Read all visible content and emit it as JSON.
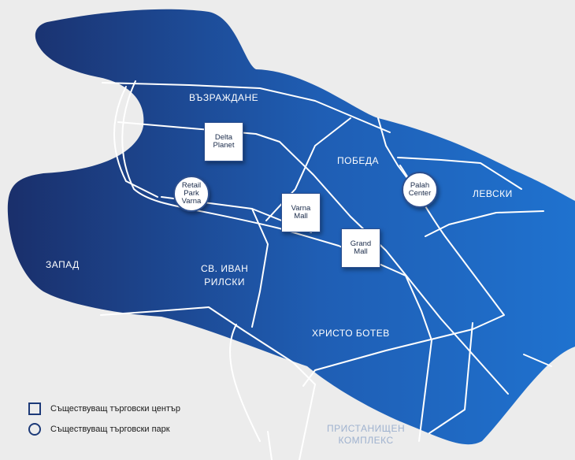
{
  "districts": {
    "vazrazhdane": "ВЪЗРАЖДАНЕ",
    "pobeda": "ПОБЕДА",
    "levski": "ЛЕВСКИ",
    "zapad": "ЗАПАД",
    "sv_ivan_rilski": "СВ. ИВАН\nРИЛСКИ",
    "hristo_botev": "ХРИСТО БОТЕВ",
    "pristanishten": "ПРИСТАНИЩЕН\nКОМПЛЕКС"
  },
  "markers": {
    "delta_planet": "Delta\nPlanet",
    "retail_park_varna": "Retail\nPark\nVarna",
    "varna_mall": "Varna\nMall",
    "grand_mall": "Grand\nMall",
    "palah_center": "Palah\nCenter"
  },
  "legend": {
    "center": "Съществуващ търговски център",
    "park": "Съществуващ търговски парк"
  },
  "colors": {
    "background": "#ececec",
    "map_dark": "#1c3d7d",
    "map_light": "#1f6ac4",
    "road": "#ffffff",
    "marker_border": "#2c4f8f"
  }
}
